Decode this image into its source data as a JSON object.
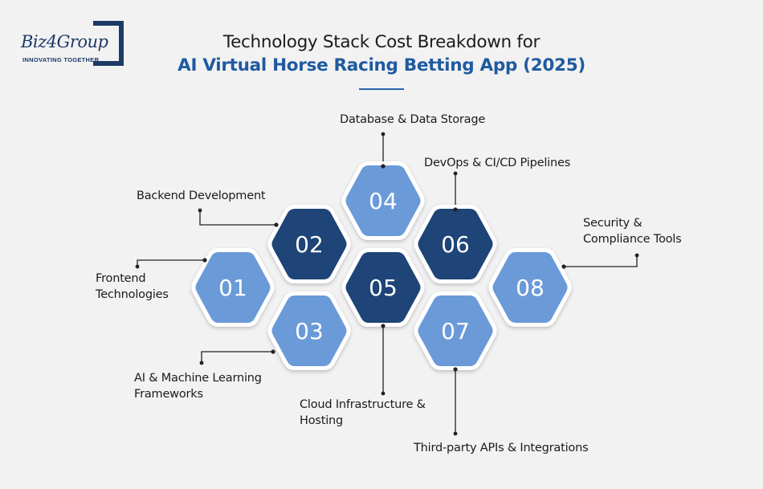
{
  "brand": {
    "logo_text": "Biz4Group",
    "tagline": "INNOVATING TOGETHER",
    "color_dark": "#1d3a66"
  },
  "title": {
    "line1": "Technology Stack Cost Breakdown for",
    "line2": "AI Virtual Horse Racing Betting App (2025)"
  },
  "colors": {
    "hex_light": "#6b9ad8",
    "hex_dark": "#1e4478",
    "background": "#f2f2f2",
    "accent": "#1f5aa0"
  },
  "items": [
    {
      "number": "01",
      "label_lines": [
        "Frontend",
        "Technologies"
      ],
      "tone": "light"
    },
    {
      "number": "02",
      "label_lines": [
        "Backend Development"
      ],
      "tone": "dark"
    },
    {
      "number": "03",
      "label_lines": [
        "AI & Machine Learning",
        "Frameworks"
      ],
      "tone": "light"
    },
    {
      "number": "04",
      "label_lines": [
        "Database & Data Storage"
      ],
      "tone": "light"
    },
    {
      "number": "05",
      "label_lines": [
        "Cloud Infrastructure &",
        "Hosting"
      ],
      "tone": "dark"
    },
    {
      "number": "06",
      "label_lines": [
        "DevOps & CI/CD Pipelines"
      ],
      "tone": "dark"
    },
    {
      "number": "07",
      "label_lines": [
        "Third-party APIs & Integrations"
      ],
      "tone": "light"
    },
    {
      "number": "08",
      "label_lines": [
        "Security &",
        "Compliance Tools"
      ],
      "tone": "light"
    }
  ]
}
